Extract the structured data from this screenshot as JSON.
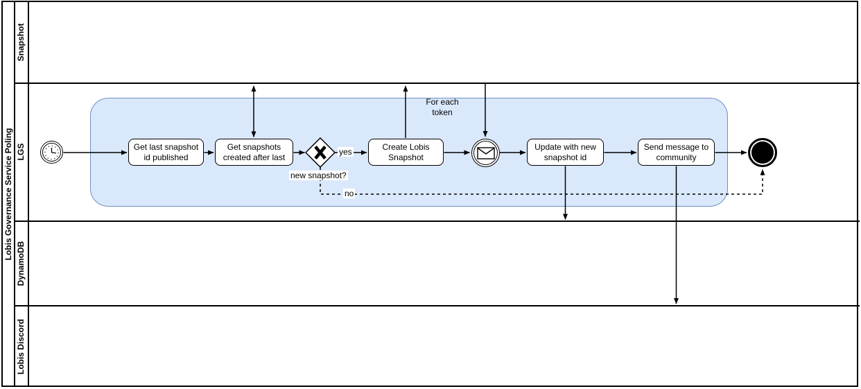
{
  "diagram": {
    "pool": {
      "title": "Lobis Governance Service Poling"
    },
    "lanes": [
      {
        "label": "Snapshot"
      },
      {
        "label": "LGS"
      },
      {
        "label": "DynamoDB"
      },
      {
        "label": "Lobis Discord"
      }
    ],
    "colors": {
      "subprocess_fill": "#dae8fc",
      "subprocess_stroke": "#6c8ebf",
      "shape_stroke": "#000000"
    },
    "nodes": {
      "start_event": {
        "type": "timer-start-event",
        "icon": "clock-icon"
      },
      "task_get_last": {
        "label": "Get last snapshot id published"
      },
      "task_get_snapshots": {
        "label": "Get snapshots created after last"
      },
      "gateway_new_snapshot": {
        "type": "exclusive-gateway",
        "icon": "x-marker-icon",
        "label": "new snapshot?"
      },
      "task_create_snapshot": {
        "label": "Create Lobis Snapshot"
      },
      "message_event": {
        "type": "message-catch-event",
        "icon": "envelope-icon"
      },
      "task_update_id": {
        "label": "Update with new snapshot id"
      },
      "task_send_message": {
        "label": "Send message to community"
      },
      "end_event": {
        "type": "terminate-end-event"
      }
    },
    "edge_labels": {
      "yes": "yes",
      "no": "no",
      "for_each_token": "For each token"
    }
  }
}
